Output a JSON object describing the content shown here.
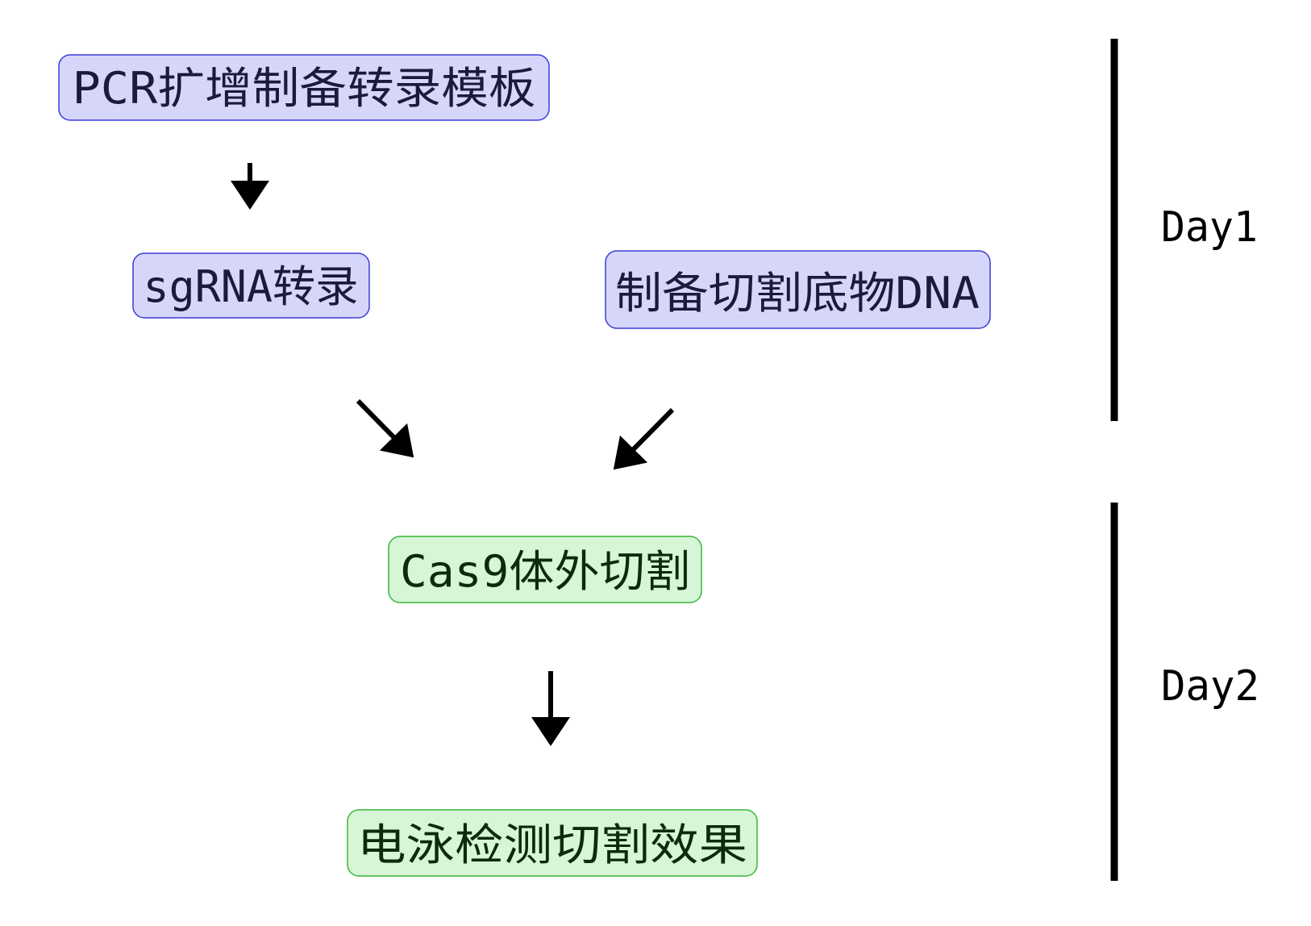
{
  "colors": {
    "step_fill_blue": "#d6d6fb",
    "step_stroke_blue": "#3b3bd6",
    "step_text_blue": "#1a1a3a",
    "step_fill_green": "#d7f6d7",
    "step_stroke_green": "#37b537",
    "step_text_green": "#0d2a0d",
    "arrow": "#000000",
    "bar": "#000000"
  },
  "steps": {
    "pcr": "PCR扩增制备转录模板",
    "sgrna": "sgRNA转录",
    "substrate": "制备切割底物DNA",
    "cas9": "Cas9体外切割",
    "gel": "电泳检测切割效果"
  },
  "days": {
    "day1": "Day1",
    "day2": "Day2"
  }
}
